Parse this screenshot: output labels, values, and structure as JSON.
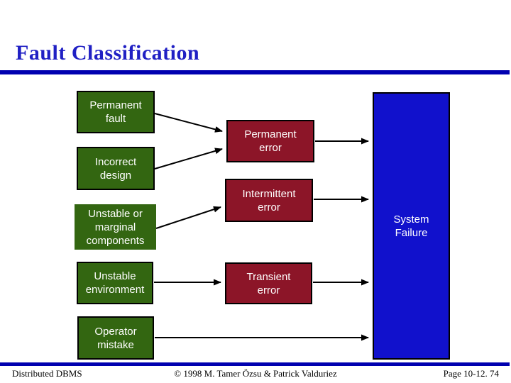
{
  "slide": {
    "title": "Fault Classification",
    "footer": {
      "left": "Distributed DBMS",
      "center": "© 1998 M. Tamer Özsu & Patrick Valduriez",
      "right": "Page 10-12. 74"
    }
  },
  "diagram": {
    "faults": [
      {
        "id": "permanent-fault",
        "label": "Permanent\nfault"
      },
      {
        "id": "incorrect-design",
        "label": "Incorrect\ndesign"
      },
      {
        "id": "unstable-components",
        "label": "Unstable or\nmarginal\ncomponents"
      },
      {
        "id": "unstable-environment",
        "label": "Unstable\nenvironment"
      },
      {
        "id": "operator-mistake",
        "label": "Operator\nmistake"
      }
    ],
    "errors": [
      {
        "id": "permanent-error",
        "label": "Permanent\nerror"
      },
      {
        "id": "intermittent-error",
        "label": "Intermittent\nerror"
      },
      {
        "id": "transient-error",
        "label": "Transient\nerror"
      }
    ],
    "failure": {
      "id": "system-failure",
      "label": "System\nFailure"
    },
    "edges": [
      {
        "from": "permanent-fault",
        "to": "permanent-error"
      },
      {
        "from": "incorrect-design",
        "to": "permanent-error"
      },
      {
        "from": "unstable-components",
        "to": "intermittent-error"
      },
      {
        "from": "unstable-environment",
        "to": "transient-error"
      },
      {
        "from": "permanent-error",
        "to": "system-failure"
      },
      {
        "from": "intermittent-error",
        "to": "system-failure"
      },
      {
        "from": "transient-error",
        "to": "system-failure"
      },
      {
        "from": "operator-mistake",
        "to": "system-failure"
      }
    ]
  },
  "colors": {
    "title_blue": "#2020C4",
    "rule_blue": "#0000B0",
    "fault_green": "#336611",
    "error_maroon": "#8C1528",
    "failure_blue": "#1111CC",
    "box_text": "#FFFFFF",
    "arrow_black": "#000000"
  }
}
